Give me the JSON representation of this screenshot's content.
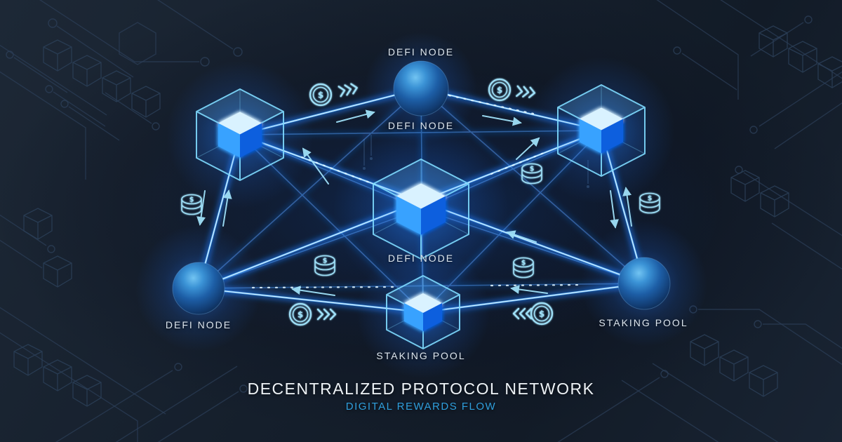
{
  "title": {
    "main": "DECENTRALIZED PROTOCOL NETWORK",
    "subtitle": "DIGITAL REWARDS FLOW"
  },
  "node_labels": {
    "top": "DEFI NODE",
    "upper_center": "DEFI NODE",
    "center": "DEFI NODE",
    "left": "DEFI NODE",
    "right": "STAKING POOL",
    "bottom": "STAKING POOL"
  },
  "diagram": {
    "type": "network",
    "connectivity": "fully-connected mesh with glowing beams",
    "nodes": [
      {
        "id": "top-sphere",
        "shape": "sphere",
        "label": "DEFI NODE"
      },
      {
        "id": "top-left-cube",
        "shape": "cube",
        "label": "DEFI NODE"
      },
      {
        "id": "top-right-cube",
        "shape": "cube",
        "label": ""
      },
      {
        "id": "center-cube",
        "shape": "cube",
        "label": "DEFI NODE"
      },
      {
        "id": "left-sphere",
        "shape": "sphere",
        "label": "DEFI NODE"
      },
      {
        "id": "right-sphere",
        "shape": "sphere",
        "label": "STAKING POOL"
      },
      {
        "id": "bottom-cube",
        "shape": "cube",
        "label": "STAKING POOL"
      }
    ]
  },
  "icons": {
    "coin_symbol": "$",
    "types": [
      "dollar-coin-icon",
      "coin-stack-icon",
      "fast-forward-chevrons-icon",
      "flow-arrow-icon",
      "blockchain-cube-icon",
      "circuit-pattern"
    ]
  },
  "colors": {
    "background_dark": "#0b1120",
    "background_edge": "#1d2836",
    "circuit": "#2c3f58",
    "beam_glow": "#1e7dff",
    "cube_edge": "#7fdbff",
    "accent_cyan": "#9fe0f8",
    "label_text": "#dde6ee",
    "title_text": "#eef3f7",
    "subtitle_text": "#2f9fdd"
  }
}
